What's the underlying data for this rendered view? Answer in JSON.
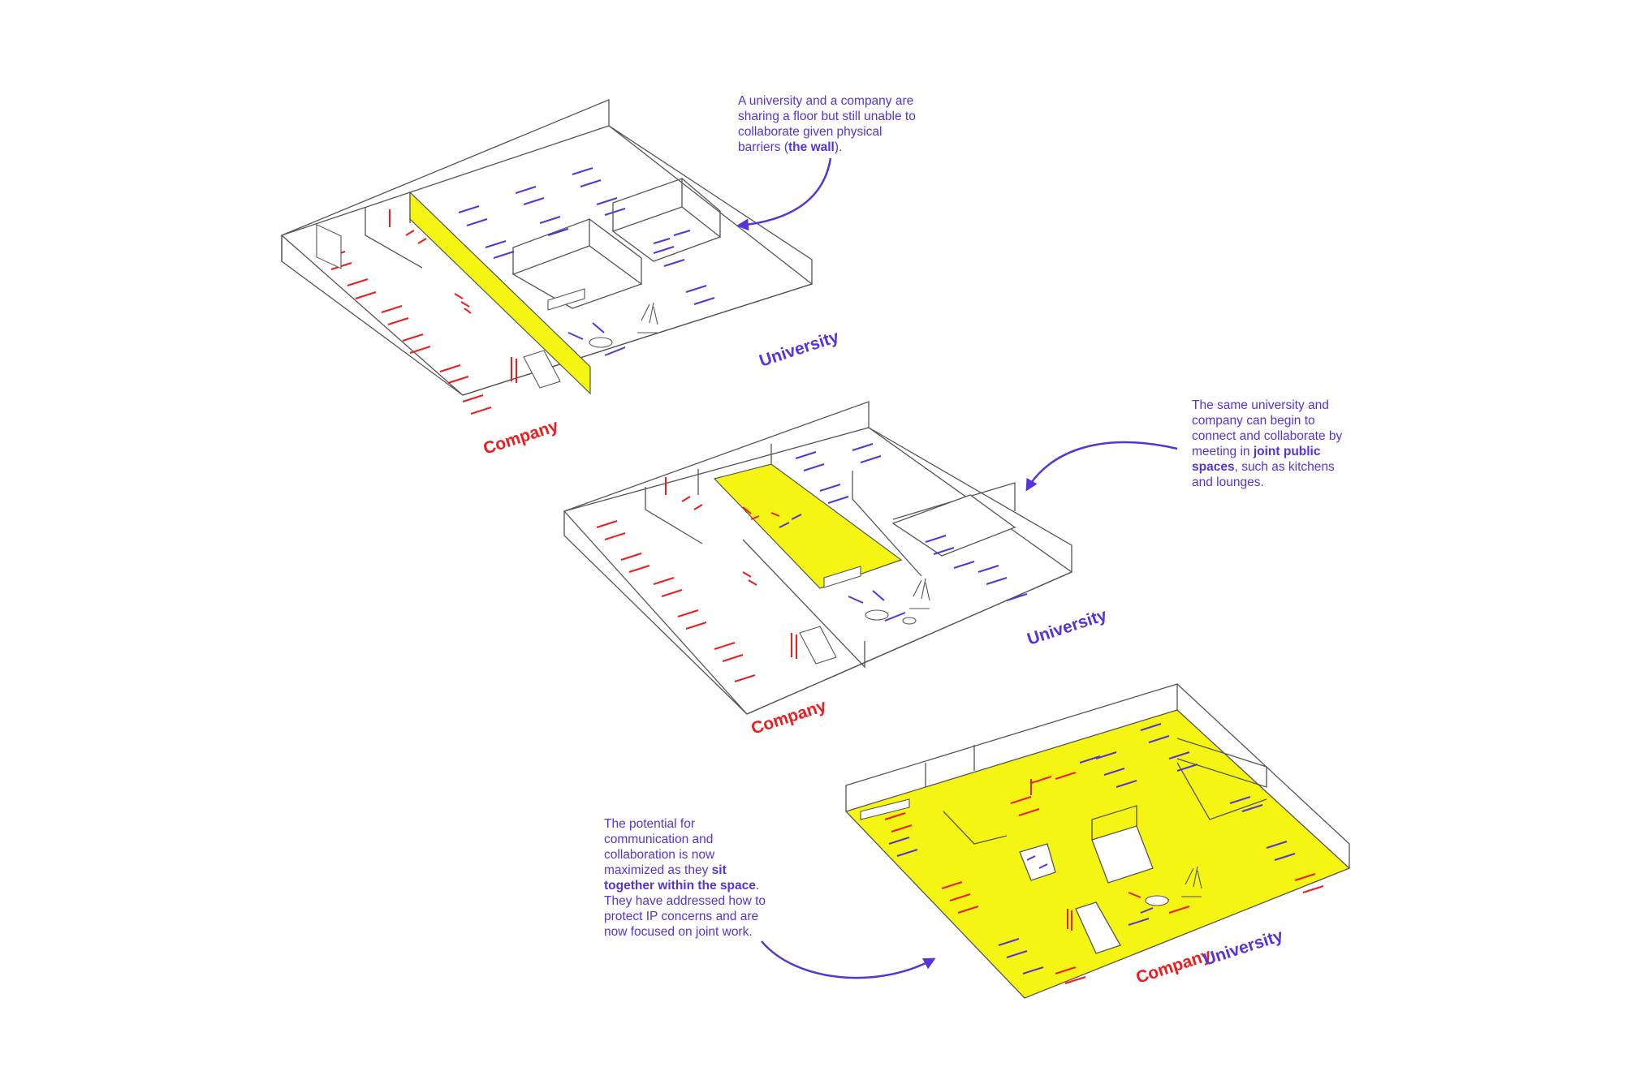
{
  "colors": {
    "company": "#ee1c1c",
    "university": "#5533dd",
    "highlight": "#f5f514",
    "line": "#555555"
  },
  "scenes": [
    {
      "caption_parts": [
        {
          "text": "A university and a company are sharing a floor but still unable to collaborate given physical barriers (",
          "bold": false
        },
        {
          "text": "the wall",
          "bold": true
        },
        {
          "text": ").",
          "bold": false
        }
      ],
      "company_label": "Company",
      "university_label": "University"
    },
    {
      "caption_parts": [
        {
          "text": "The same university and company can begin to connect and collaborate by meeting in ",
          "bold": false
        },
        {
          "text": "joint public spaces",
          "bold": true
        },
        {
          "text": ", such as kitchens and lounges.",
          "bold": false
        }
      ],
      "company_label": "Company",
      "university_label": "University"
    },
    {
      "caption_parts": [
        {
          "text": "The potential for communication and collaboration is now maximized as they ",
          "bold": false
        },
        {
          "text": "sit together within the space",
          "bold": true
        },
        {
          "text": ". They have addressed how to protect IP concerns and are now focused on joint work.",
          "bold": false
        }
      ],
      "company_label": "Company",
      "university_label": "University"
    }
  ]
}
